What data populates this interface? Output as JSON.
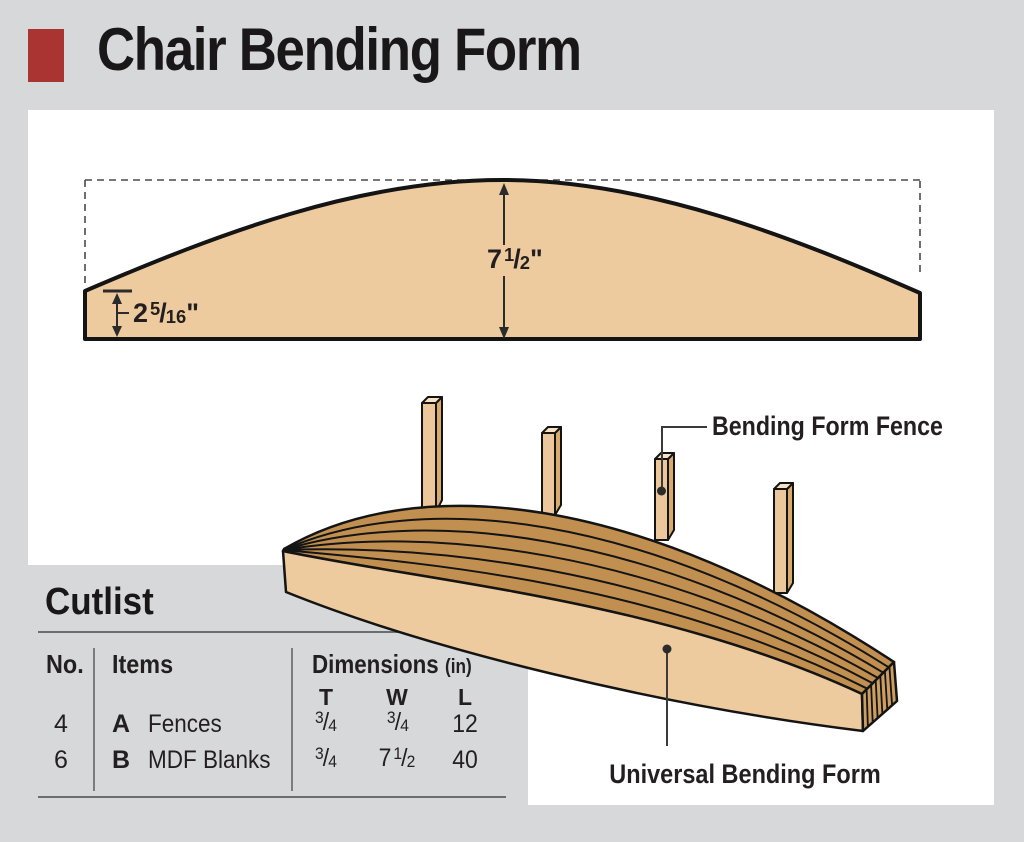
{
  "header": {
    "title": "Chair Bending Form"
  },
  "side_view": {
    "height_dim": {
      "whole": "7",
      "numerator": "1",
      "slash": "/",
      "denominator": "2",
      "unit": "\""
    },
    "edge_dim": {
      "whole": "2",
      "numerator": "5",
      "slash": "/",
      "denominator": "16",
      "unit": "\""
    }
  },
  "illustration": {
    "fence_label": "Bending Form Fence",
    "form_label": "Universal Bending Form"
  },
  "cutlist": {
    "title": "Cutlist",
    "headers": {
      "no": "No.",
      "items": "Items",
      "dimensions": "Dimensions",
      "unit": "(in)",
      "t": "T",
      "w": "W",
      "l": "L"
    },
    "rows": [
      {
        "no": "4",
        "letter": "A",
        "item": "Fences",
        "t": {
          "numerator": "3",
          "slash": "/",
          "denominator": "4"
        },
        "w": {
          "whole": "",
          "numerator": "3",
          "slash": "/",
          "denominator": "4"
        },
        "l": "12"
      },
      {
        "no": "6",
        "letter": "B",
        "item": "MDF Blanks",
        "t": {
          "numerator": "3",
          "slash": "/",
          "denominator": "4"
        },
        "w": {
          "whole": "7",
          "numerator": "1",
          "slash": "/",
          "denominator": "2"
        },
        "l": "40"
      }
    ]
  },
  "colors": {
    "background": "#d6d8d9",
    "panel": "#ffffff",
    "accent_red": "#a93431",
    "wood_light": "#eecb9e",
    "wood_band": "#c19050",
    "wood_end": "#cd9e62",
    "outline": "#141414",
    "text": "#231f20"
  }
}
